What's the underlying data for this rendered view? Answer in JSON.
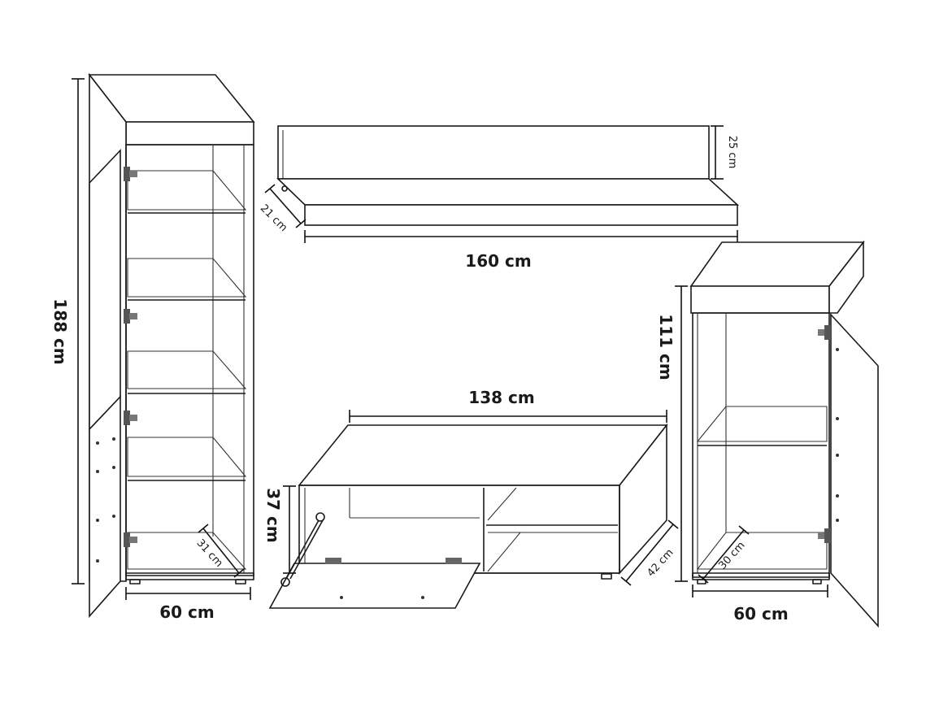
{
  "dimensions": {
    "tall_height": "188 cm",
    "tall_width": "60 cm",
    "tall_depth": "31 cm",
    "shelf_width": "160 cm",
    "shelf_height": "25 cm",
    "shelf_depth": "21 cm",
    "tv_width": "138 cm",
    "tv_height": "37 cm",
    "tv_depth": "42 cm",
    "cab_height": "111 cm",
    "cab_width": "60 cm",
    "cab_depth": "30 cm"
  }
}
